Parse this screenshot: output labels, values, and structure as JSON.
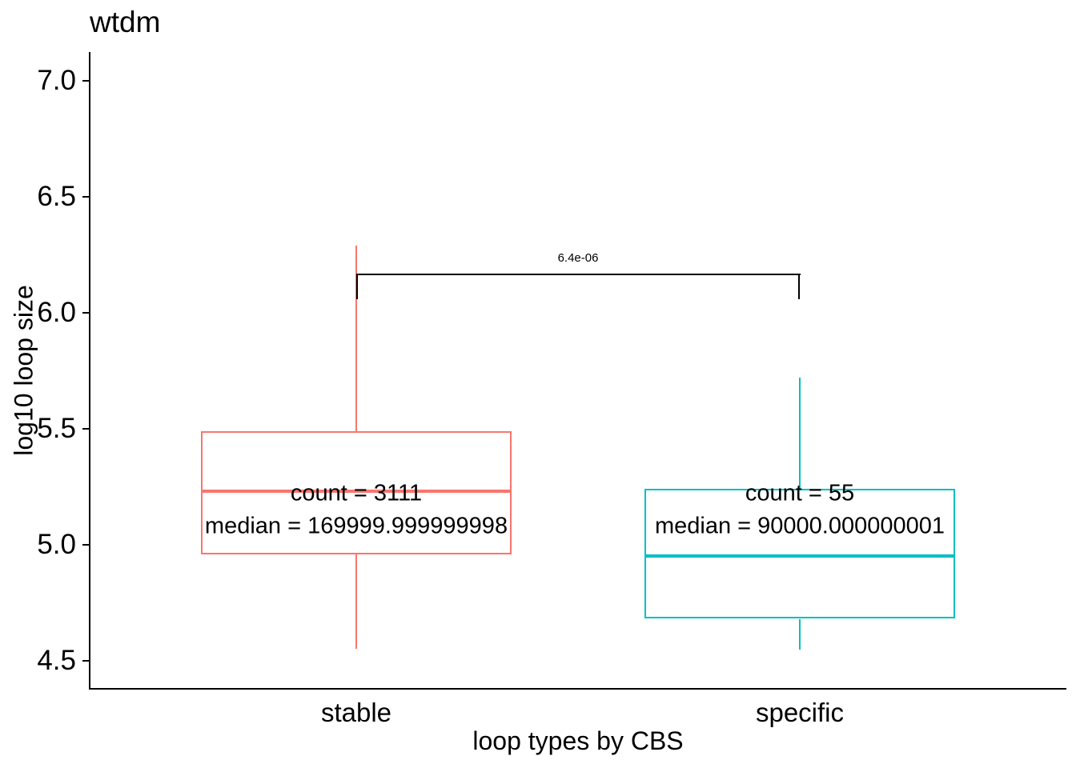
{
  "title": "wtdm",
  "chart_data": {
    "type": "boxplot",
    "title": "wtdm",
    "xlabel": "loop types by CBS",
    "ylabel": "log10 loop size",
    "ylim": [
      4.375,
      7.125
    ],
    "yticks": [
      7.0,
      6.5,
      6.0,
      5.5,
      5.0,
      4.5
    ],
    "ytick_labels": [
      "7.0",
      "6.5",
      "6.0",
      "5.5",
      "5.0",
      "4.5"
    ],
    "categories": [
      "stable",
      "specific"
    ],
    "grid": false,
    "legend": "none",
    "axis_theme": "classic (left and bottom axis lines only)",
    "series": [
      {
        "name": "stable",
        "color": "#F8766D",
        "whisker_low": 4.55,
        "q1": 4.96,
        "median": 5.23,
        "q3": 5.49,
        "whisker_high": 6.29,
        "count": 3111,
        "median_raw": "169999.999999998",
        "count_label": "count = 3111",
        "median_label": "median = 169999.999999998"
      },
      {
        "name": "specific",
        "color": "#00BFC4",
        "whisker_low": 4.55,
        "q1": 4.68,
        "median": 4.95,
        "q3": 5.24,
        "whisker_high": 5.72,
        "count": 55,
        "median_raw": "90000.000000001",
        "count_label": "count = 55",
        "median_label": "median = 90000.000000001"
      }
    ],
    "annotation_y": {
      "count": 5.22,
      "median": 5.08
    },
    "significance": {
      "label": "6.4e-06",
      "bar_y": 6.17,
      "tick_drop_to": 6.06,
      "from": "stable",
      "to": "specific"
    }
  }
}
